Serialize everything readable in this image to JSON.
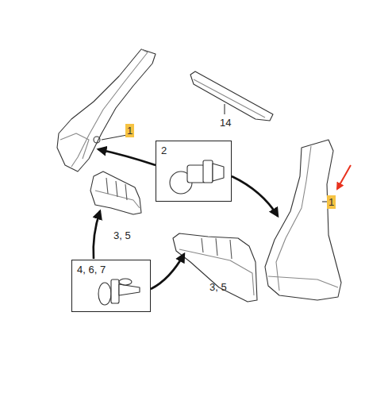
{
  "diagram": {
    "nodes": [
      {
        "text": [
          "2"
        ]
      },
      {
        "text": [
          "4, 6, 7"
        ]
      }
    ],
    "labels": [
      "14",
      "1",
      "1",
      "3, 5",
      "3, 5"
    ]
  }
}
